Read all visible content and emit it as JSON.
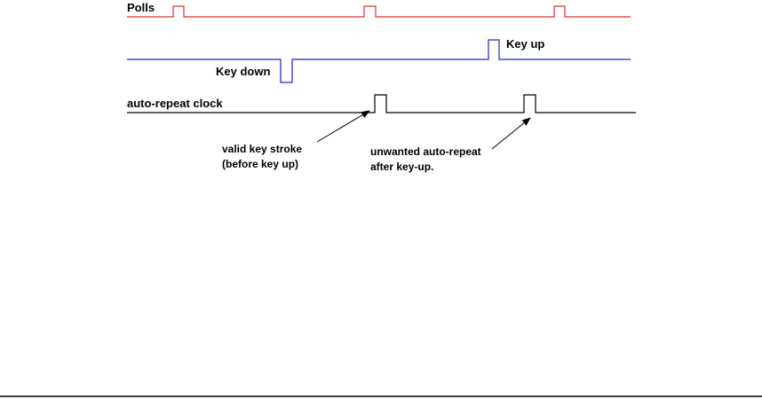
{
  "signals": {
    "polls": {
      "label": "Polls",
      "color": "#e03030"
    },
    "key": {
      "label_down": "Key down",
      "label_up": "Key up",
      "color": "#2020c8"
    },
    "clock": {
      "label": "auto-repeat clock",
      "color": "#000000"
    }
  },
  "annotations": {
    "valid": {
      "line1": "valid key stroke",
      "line2": "(before key up)"
    },
    "unwanted": {
      "line1": "unwanted auto-repeat",
      "line2": "after key-up."
    }
  },
  "footer_rule_color": "#000000"
}
